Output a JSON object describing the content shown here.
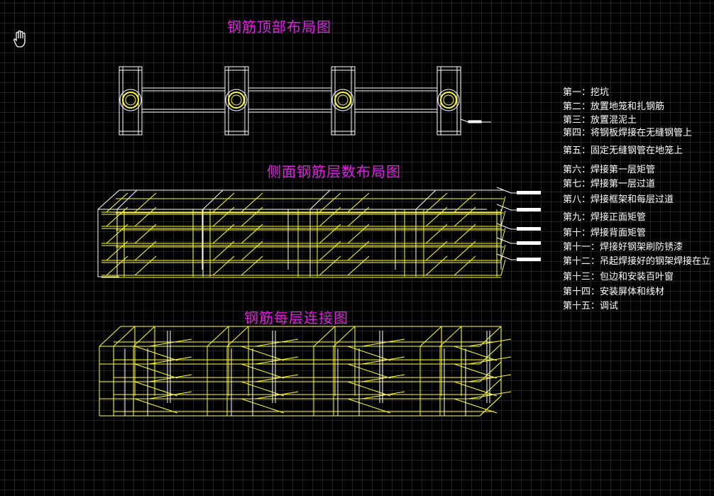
{
  "titles": {
    "top_layout": "钢筋顶部布局图",
    "side_layers": "侧面钢筋层数布局图",
    "layer_connection": "钢筋每层连接图"
  },
  "steps": [
    "第一：挖坑",
    "第二：放置地笼和扎钢筋",
    "第三：放置混泥土",
    "第四：将钢板焊接在无缝钢管上",
    "第五：固定无缝钢管在地笼上",
    "第六：焊接第一层矩管",
    "第七：焊接第一层过道",
    "第八：焊接框架和每层过道",
    "第九：焊接正面矩管",
    "第十：焊接背面矩管",
    "第十一：焊接好钢架刷防锈漆",
    "第十二：吊起焊接好的钢架焊接在立",
    "第十三：包边和安装百叶窗",
    "第十四：安装屏体和线材",
    "第十五：调试"
  ],
  "colors": {
    "background": "#000000",
    "grid": "#464650",
    "title": "#e020e0",
    "line_white": "#ffffff",
    "line_yellow": "#ffff33"
  },
  "icons": {
    "cursor": "hand-pan-icon"
  }
}
